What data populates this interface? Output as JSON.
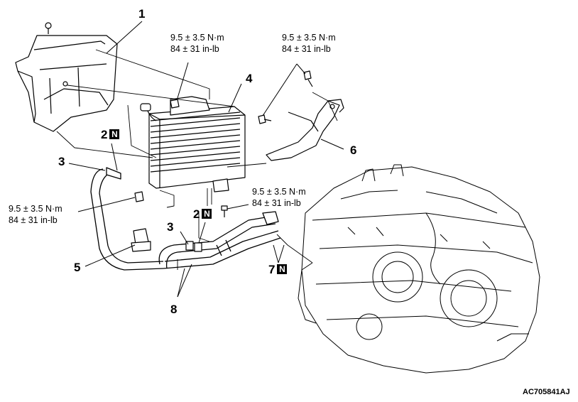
{
  "callouts": {
    "c1": "1",
    "c2a": "2",
    "c2b": "2",
    "c3a": "3",
    "c3b": "3",
    "c4": "4",
    "c5": "5",
    "c6": "6",
    "c7": "7",
    "c8": "8",
    "n_mark": "N"
  },
  "torques": {
    "t1": {
      "nm": "9.5 ± 3.5 N·m",
      "inlb": "84 ± 31 in-lb"
    },
    "t2": {
      "nm": "9.5 ± 3.5 N·m",
      "inlb": "84 ± 31 in-lb"
    },
    "t3": {
      "nm": "9.5 ± 3.5 N·m",
      "inlb": "84 ± 31 in-lb"
    },
    "t4": {
      "nm": "9.5 ± 3.5 N·m",
      "inlb": "84 ± 31 in-lb"
    }
  },
  "figure_code": "AC705841AJ"
}
